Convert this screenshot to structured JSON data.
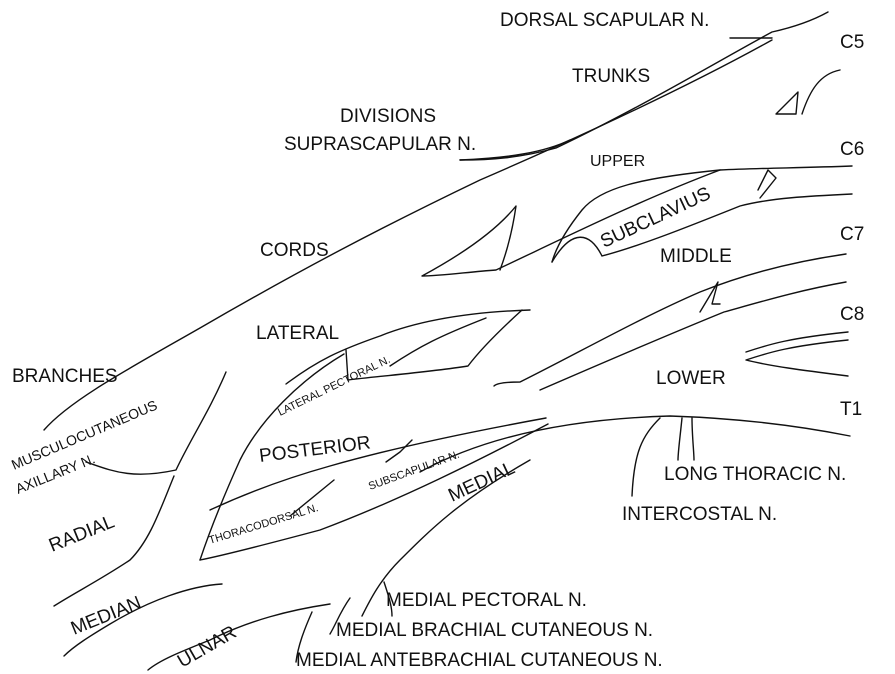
{
  "roots": [
    "C5",
    "C6",
    "C7",
    "C8",
    "T1"
  ],
  "sections": {
    "trunks": "TRUNKS",
    "divisions": "DIVISIONS",
    "cords": "CORDS",
    "branches": "BRANCHES"
  },
  "trunk_labels": {
    "upper": "UPPER",
    "middle": "MIDDLE",
    "lower": "LOWER"
  },
  "cord_labels": {
    "lateral": "LATERAL",
    "posterior": "POSTERIOR",
    "medial": "MEDIAL"
  },
  "terminal_branches": {
    "musculocutaneous": "MUSCULOCUTANEOUS",
    "axillary": "AXILLARY N.",
    "radial": "RADIAL",
    "median": "MEDIAN",
    "ulnar": "ULNAR"
  },
  "nerves": {
    "dorsal_scapular": "DORSAL SCAPULAR N.",
    "suprascapular": "SUPRASCAPULAR N.",
    "subclavius": "SUBCLAVIUS",
    "lateral_pectoral": "LATERAL PECTORAL N.",
    "thoracodorsal": "THORACODORSAL N.",
    "subscapular": "SUBSCAPULAR N.",
    "long_thoracic": "LONG THORACIC N.",
    "intercostal": "INTERCOSTAL N.",
    "medial_pectoral": "MEDIAL PECTORAL N.",
    "medial_brachial_cutaneous": "MEDIAL BRACHIAL CUTANEOUS N.",
    "medial_antebrachial_cutaneous": "MEDIAL ANTEBRACHIAL CUTANEOUS N."
  }
}
